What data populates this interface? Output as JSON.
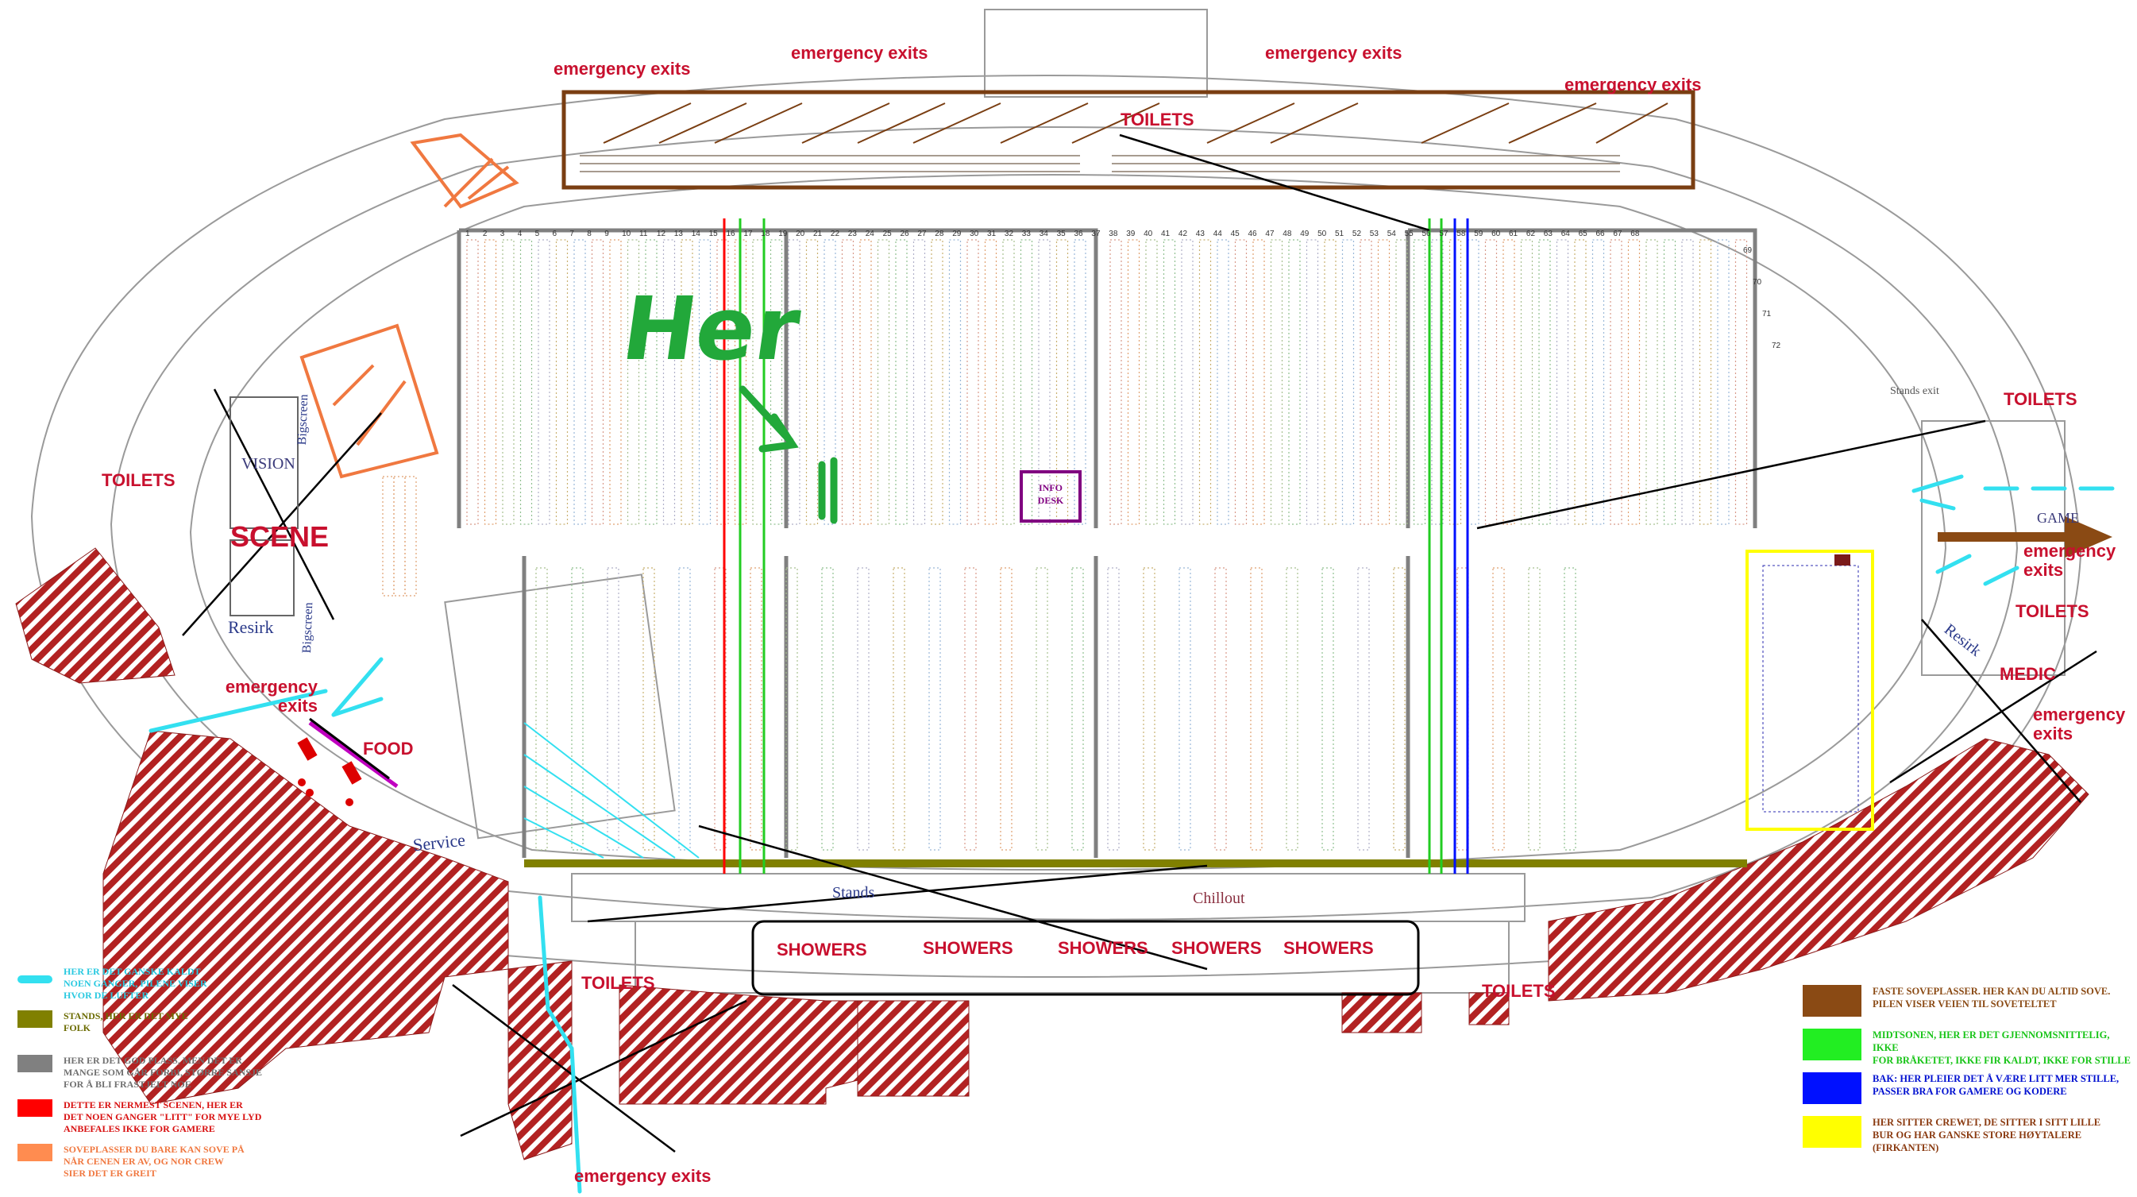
{
  "labels": {
    "emergency_exits": "emergency exits",
    "toilets": "TOILETS",
    "scene": "SCENE",
    "vision": "VISION",
    "resirk": "Resirk",
    "bigscreen": "Bigscreen",
    "food": "FOOD",
    "service": "Service",
    "stands": "Stands",
    "chillout": "Chillout",
    "showers": "SHOWERS",
    "info_desk_line1": "INFO",
    "info_desk_line2": "DESK",
    "game": "GAME",
    "medic": "MEDIC",
    "stands_exit": "Stands    exit",
    "her": "Her"
  },
  "row_numbers": [
    "1",
    "2",
    "3",
    "4",
    "5",
    "6",
    "7",
    "8",
    "9",
    "10",
    "11",
    "12",
    "13",
    "14",
    "15",
    "16",
    "17",
    "18",
    "19",
    "20",
    "21",
    "22",
    "23",
    "24",
    "25",
    "26",
    "27",
    "28",
    "29",
    "30",
    "31",
    "32",
    "33",
    "34",
    "35",
    "36",
    "37",
    "38",
    "39",
    "40",
    "41",
    "42",
    "43",
    "44",
    "45",
    "46",
    "47",
    "48",
    "49",
    "50",
    "51",
    "52",
    "53",
    "54",
    "55",
    "56",
    "57",
    "58",
    "59",
    "60",
    "61",
    "62",
    "63",
    "64",
    "65",
    "66",
    "67",
    "68",
    "69",
    "70",
    "71",
    "72"
  ],
  "legend_left": [
    {
      "color": "#33e0f0",
      "text": "HER ER DET GANSKE KALDT\nNOEN GANGER, PILENE VISER\nHVOR DE LUFTER",
      "text_color": "#29c9e0"
    },
    {
      "color": "#808000",
      "text": "STANDS, HER ER DET MYE\nFOLK",
      "text_color": "#6b6b00"
    },
    {
      "color": "#808080",
      "text": "HER ER DET GOD PLASS, MEN DET ER\nMANGE SOM GÅR FORBI, STØRRE SANSJE\nFOR Å BLI FRASTJELT NOE",
      "text_color": "#707070"
    },
    {
      "color": "#ff0000",
      "text": "DETTE ER NERMEST SCENEN, HER ER\nDET NOEN GANGER \"LITT\" FOR MYE LYD\nANBEFALES IKKE FOR GAMERE",
      "text_color": "#d81010"
    },
    {
      "color": "#ff8c50",
      "text": "SOVEPLASSER DU BARE KAN SOVE PÅ\nNÅR CENEN ER AV, OG NOR CREW\nSIER DET ER GREIT",
      "text_color": "#f07840"
    }
  ],
  "legend_right": [
    {
      "color": "#8a4a14",
      "text": "FASTE SOVEPLASSER. HER KAN DU ALTID SOVE.\nPILEN VISER VEIEN TIL SOVETELTET",
      "text_color": "#8a4a14"
    },
    {
      "color": "#22ee22",
      "text": "MIDTSONEN, HER ER DET GJENNOMSNITTELIG, IKKE\nFOR BRÅKETET, IKKE FIR KALDT, IKKE FOR STILLE",
      "text_color": "#18c418"
    },
    {
      "color": "#0010ff",
      "text": "BAK: HER PLEIER DET Å VÆRE LITT MER STILLE,\nPASSER BRA FOR GAMERE OG KODERE",
      "text_color": "#0010d0"
    },
    {
      "color": "#ffff00",
      "text": "HER SITTER CREWET, DE SITTER I SITT LILLE\nBUR OG HAR GANSKE STORE HØYTALERE\n(FIRKANTEN)",
      "text_color": "#8a3a10"
    }
  ],
  "colors": {
    "red_label": "#c8102e",
    "hatch": "#b22222",
    "brown": "#7a3e12",
    "cyan": "#33e0f0",
    "olive": "#808000",
    "purple": "#800080"
  }
}
